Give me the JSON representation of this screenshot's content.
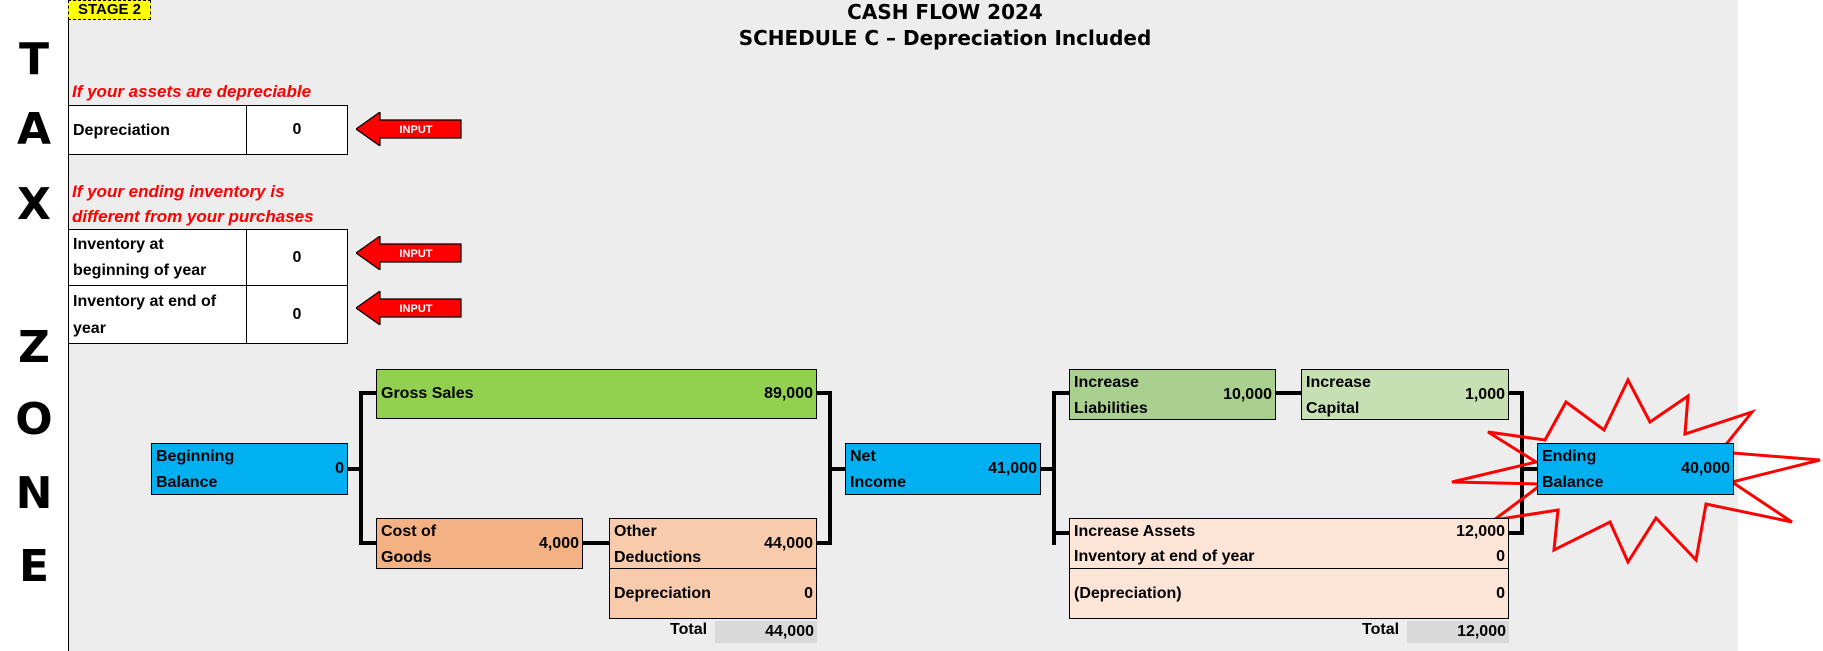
{
  "stage_label": "STAGE 2",
  "title_line1": "CASH FLOW 2024",
  "title_line2": "SCHEDULE C – Depreciation Included",
  "side_label": [
    "T",
    "A",
    "X",
    "Z",
    "O",
    "N",
    "E"
  ],
  "notes": {
    "depreciable": "If your assets are depreciable",
    "inventory_line1": "If your ending inventory is",
    "inventory_line2": "different from your purchases"
  },
  "inputs": {
    "depreciation": {
      "label": "Depreciation",
      "value": "0"
    },
    "inventory_begin": {
      "label_line1": "Inventory at",
      "label_line2": "beginning of year",
      "value": "0"
    },
    "inventory_end": {
      "label_line1": "Inventory at end of",
      "label_line2": "year",
      "value": "0"
    },
    "arrow_label": "INPUT"
  },
  "flow": {
    "beginning_balance": {
      "line1": "Beginning",
      "line2": "Balance",
      "value": "0"
    },
    "gross_sales": {
      "label": "Gross Sales",
      "value": "89,000"
    },
    "cost_of_goods": {
      "line1": "Cost of",
      "line2": "Goods",
      "value": "4,000"
    },
    "other_deductions": {
      "line1": "Other",
      "line2": "Deductions",
      "value": "44,000"
    },
    "depreciation": {
      "label": "Depreciation",
      "value": "0"
    },
    "total_left": {
      "label": "Total",
      "value": "44,000"
    },
    "net_income": {
      "line1": "Net",
      "line2": "Income",
      "value": "41,000"
    },
    "increase_liabilities": {
      "line1": "Increase",
      "line2": "Liabilities",
      "value": "10,000"
    },
    "increase_capital": {
      "line1": "Increase",
      "line2": "Capital",
      "value": "1,000"
    },
    "increase_assets": {
      "label": "Increase Assets",
      "value": "12,000"
    },
    "inventory_end_year": {
      "label": "Inventory at end of  year",
      "value": "0"
    },
    "depreciation_neg": {
      "label": "(Depreciation)",
      "value": "0"
    },
    "total_right": {
      "label": "Total",
      "value": "12,000"
    },
    "ending_balance": {
      "line1": "Ending",
      "line2": "Balance",
      "value": "40,000"
    }
  },
  "colors": {
    "green_dark": "#92d050",
    "green_mid": "#a9d08e",
    "green_light": "#c6e0b4",
    "blue": "#00b0f0",
    "orange_dark": "#f4b183",
    "orange_mid": "#f8cbad",
    "peach": "#fce4d6",
    "red": "#ff0000"
  }
}
